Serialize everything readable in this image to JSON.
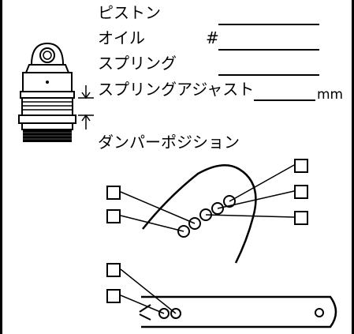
{
  "setup_sheet": {
    "piston_label": "ピストン",
    "oil_label": "オイル",
    "oil_hash": "#",
    "spring_label": "スプリング",
    "spring_adjust_label": "スプリングアジャスト",
    "spring_adjust_unit": "mm",
    "damper_position_label": "ダンパーポジション"
  },
  "icons": {
    "shock": "shock-absorber-icon",
    "tower": "shock-tower-icon",
    "arm": "suspension-arm-icon"
  }
}
